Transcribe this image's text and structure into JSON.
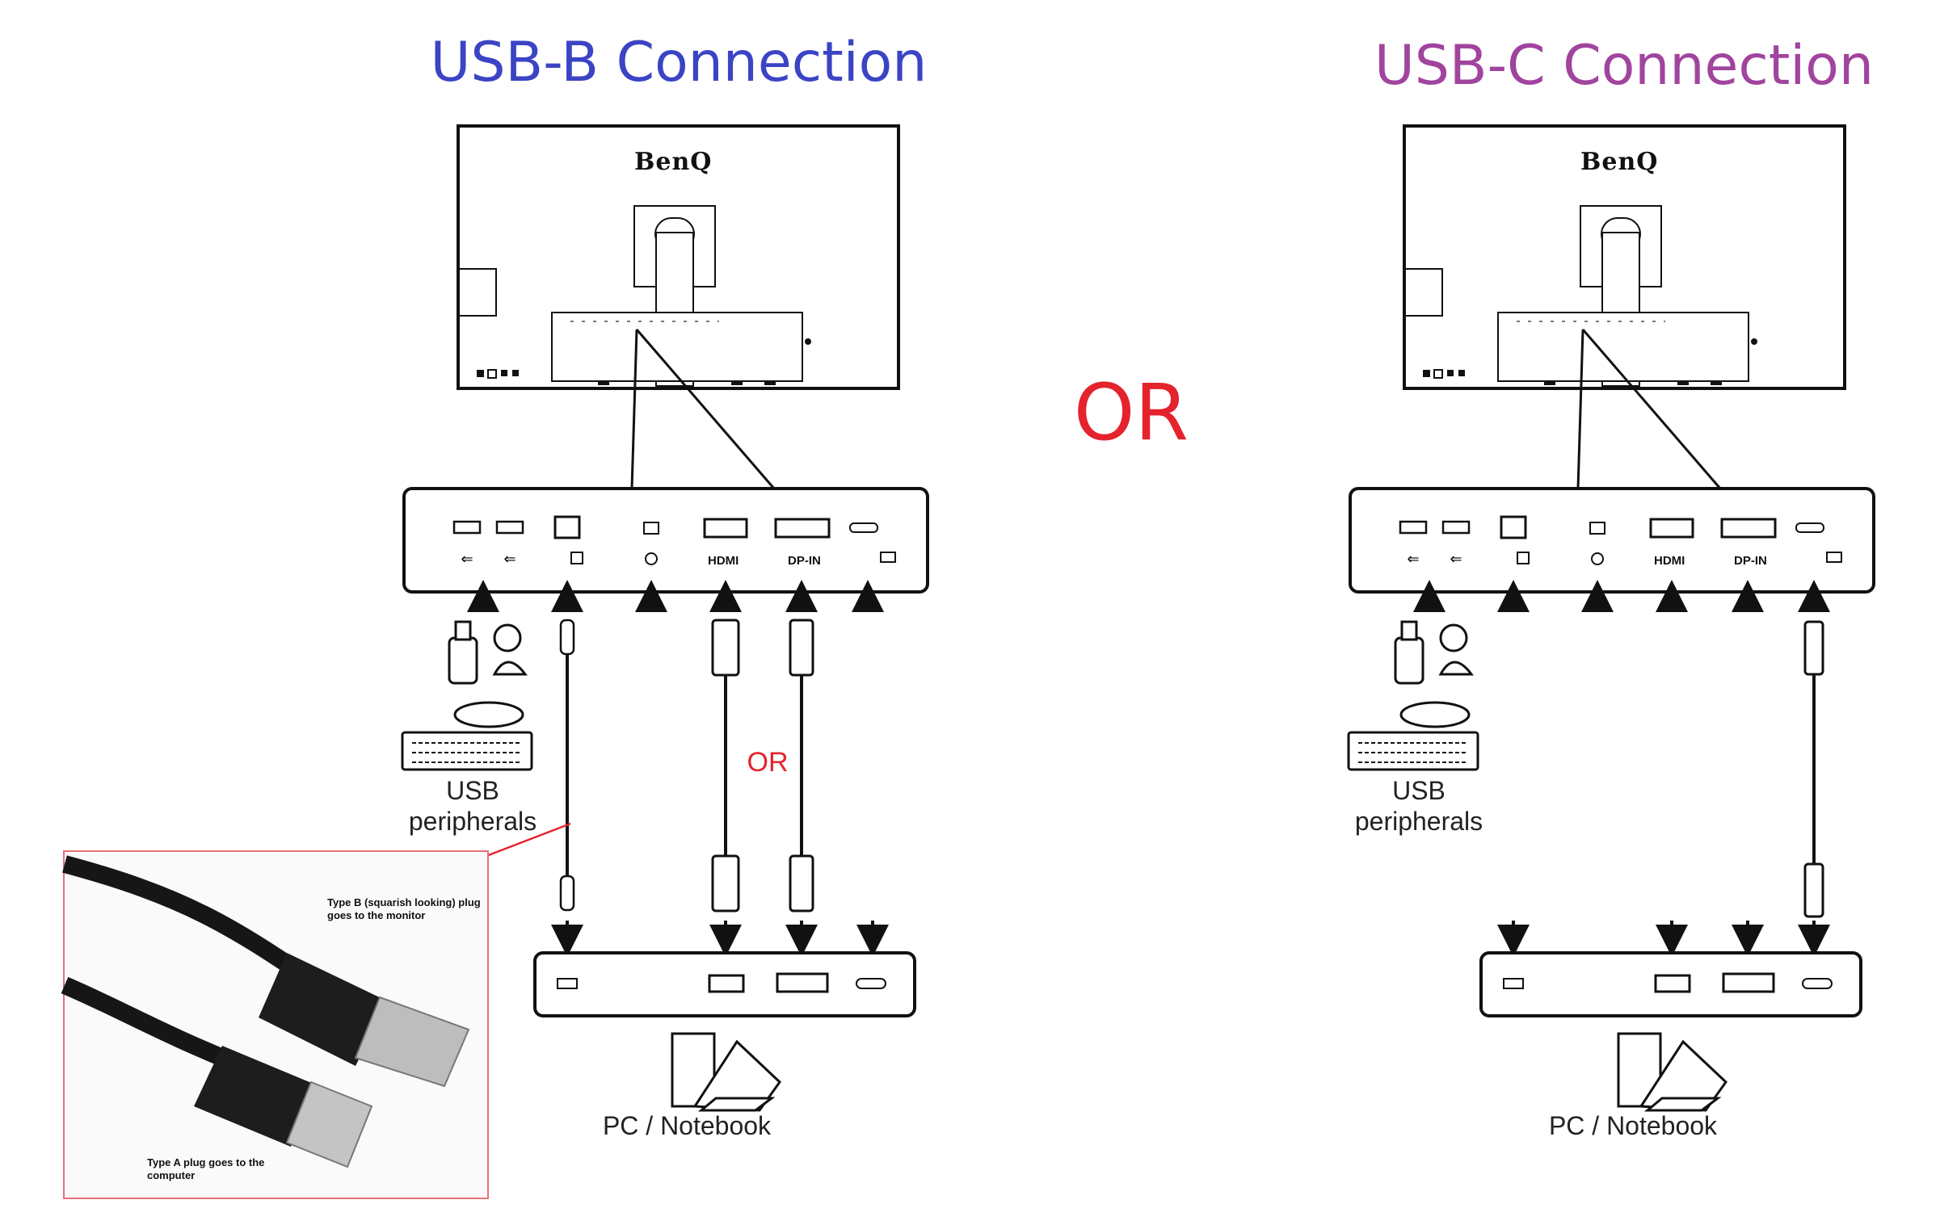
{
  "titles": {
    "usb_b": "USB-B Connection",
    "usb_c": "USB-C Connection",
    "or_big": "OR",
    "or_small": "OR"
  },
  "monitor": {
    "brand": "BenQ",
    "port_labels": {
      "hdmi": "HDMI",
      "dp": "DP-IN"
    }
  },
  "labels": {
    "usb_peripherals": "USB\nperipherals",
    "pc_notebook": "PC / Notebook"
  },
  "inset_photo": {
    "note_type_b": "Type B (squarish looking) plug goes to the monitor",
    "note_type_a": "Type A plug goes to the computer"
  },
  "colors": {
    "title_b": "#3b44c4",
    "title_c": "#a0449e",
    "or": "#e4232d",
    "inset_border": "#e8707a"
  }
}
